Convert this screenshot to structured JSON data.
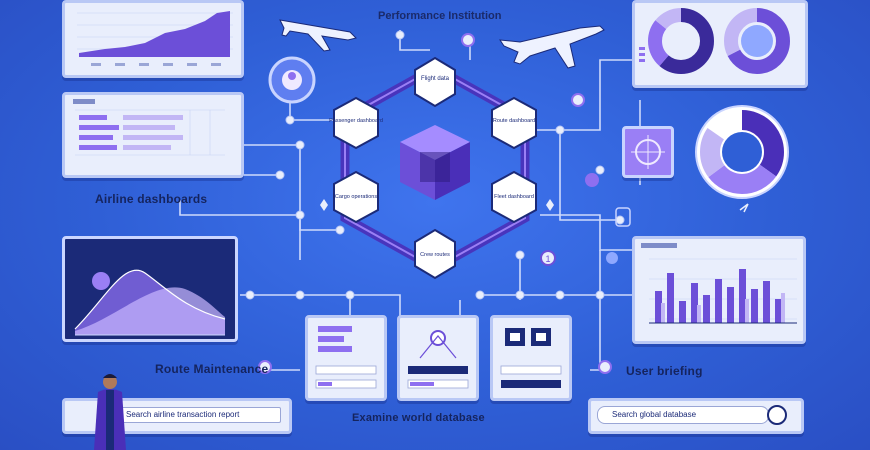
{
  "header": {
    "title": "Performance Institution"
  },
  "labels": {
    "left_middle": "Airline dashboards",
    "bottom_left": "Route Maintenance",
    "bottom_center": "Examine world database",
    "bottom_right": "User briefing"
  },
  "hub": {
    "nodes": [
      {
        "id": "top",
        "label": "Flight data"
      },
      {
        "id": "upper_left",
        "label": "Passenger dashboard"
      },
      {
        "id": "upper_right",
        "label": "Route dashboard"
      },
      {
        "id": "lower_left",
        "label": "Cargo operations"
      },
      {
        "id": "lower_right",
        "label": "Fleet dashboard"
      },
      {
        "id": "bottom",
        "label": "Crew routes"
      }
    ]
  },
  "search_left": {
    "value": "Search airline transaction report"
  },
  "search_right": {
    "value": "Search global database"
  },
  "colors": {
    "accent": "#6c4fd8",
    "panel": "#e9eefc",
    "background": "#2f5fd6",
    "dark_panel": "#1b2a78"
  }
}
